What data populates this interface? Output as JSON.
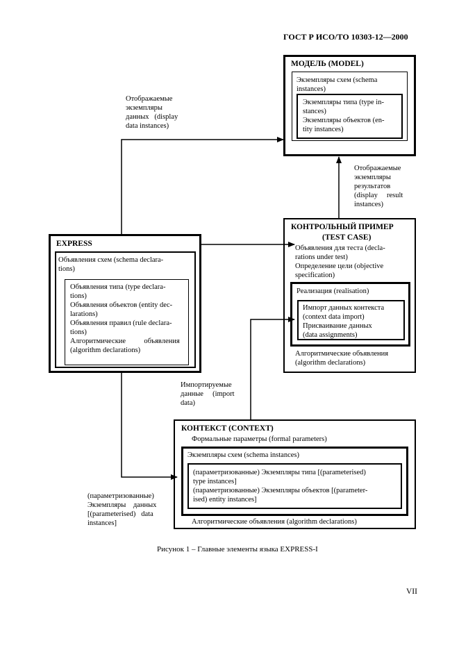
{
  "header": {
    "standard": "ГОСТ Р ИСО/ТО 10303-12—2000"
  },
  "model": {
    "title": "МОДЕЛЬ (MODEL)",
    "schema_instances": [
      "Экземпляры схем (schema",
      "instances)"
    ],
    "type_entity": [
      "Экземпляры типа (type in-",
      "stances)",
      "Экземпляры объектов (en-",
      "tity instances)"
    ]
  },
  "label_display_data": [
    "Отображаемые",
    "экземпляры",
    "данных   (display",
    "data instances)"
  ],
  "label_display_result": [
    "Отображаемые",
    "экземпляры",
    "результатов",
    "(display     result",
    "instances)"
  ],
  "express": {
    "title": "EXPRESS",
    "schema_decl": [
      "Объявления схем (schema declara-",
      "tions)"
    ],
    "inner": [
      "Объявления типа (type declara-",
      "tions)",
      "Объявления объектов (entity dec-",
      "larations)",
      "Объявления правил (rule declara-",
      "tions)",
      "Алгоритмические          объявления",
      "(algorithm declarations)"
    ]
  },
  "test_case": {
    "title": [
      "КОНТРОЛЬНЫЙ ПРИМЕР",
      "(TEST CASE)"
    ],
    "lines": [
      "Объявления для теста (decla-",
      "rations under test)",
      "Определение цели (objective",
      "specification)"
    ],
    "realisation": "Реализация (realisation)",
    "inner": [
      "Импорт данных контекста",
      "(context data import)",
      "Присваивание данных",
      "(data assignments)"
    ],
    "algorithmic": [
      "Алгоритмические объявления",
      "(algorithm declarations)"
    ]
  },
  "label_import": [
    "Импортируемые",
    "данные     (import",
    "data)"
  ],
  "context": {
    "title": "КОНТЕКСТ (CONTEXT)",
    "formal": "Формальные параметры (formal parameters)",
    "schema_instances": "Экземпляры схем (schema instances)",
    "inner": [
      "(параметризованные) Экземпляры типа [(parameterised)",
      "type instances]",
      "(параметризованные) Экземпляры объектов [(parameter-",
      "ised) entity instances]"
    ],
    "algorithmic": "Алгоритмические объявления (algorithm declarations)"
  },
  "label_parameterised": [
    "(параметризованные)",
    "Экземпляры    данных",
    "[(parameterised)   data",
    "instances]"
  ],
  "caption": "Рисунок 1 – Главные элементы языка EXPRESS-I",
  "page_number": "VII"
}
